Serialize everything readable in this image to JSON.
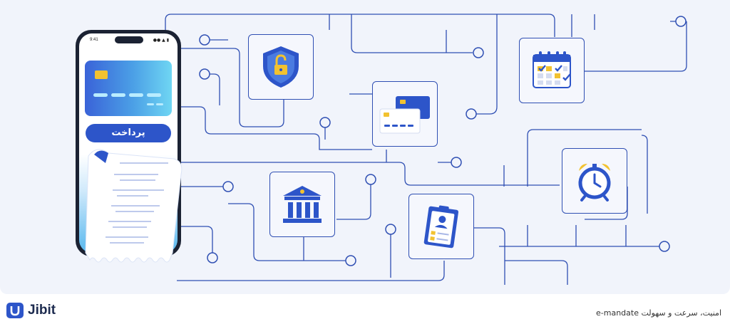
{
  "phone": {
    "time": "9:41",
    "status_icons": "●● ▲ ▮",
    "pay_button_label": "پرداخت"
  },
  "footer": {
    "brand": "Jibit",
    "tagline": "امنیت، سرعت و سهولت e-mandate"
  },
  "icons": [
    "lock-shield-icon",
    "credit-card-icon",
    "calendar-icon",
    "bank-icon",
    "alarm-clock-icon",
    "id-clipboard-icon",
    "receipt-icon"
  ],
  "colors": {
    "background": "#f1f4fb",
    "line": "#2f4fb3",
    "primary": "#2d55c9",
    "accent": "#f2c230"
  }
}
